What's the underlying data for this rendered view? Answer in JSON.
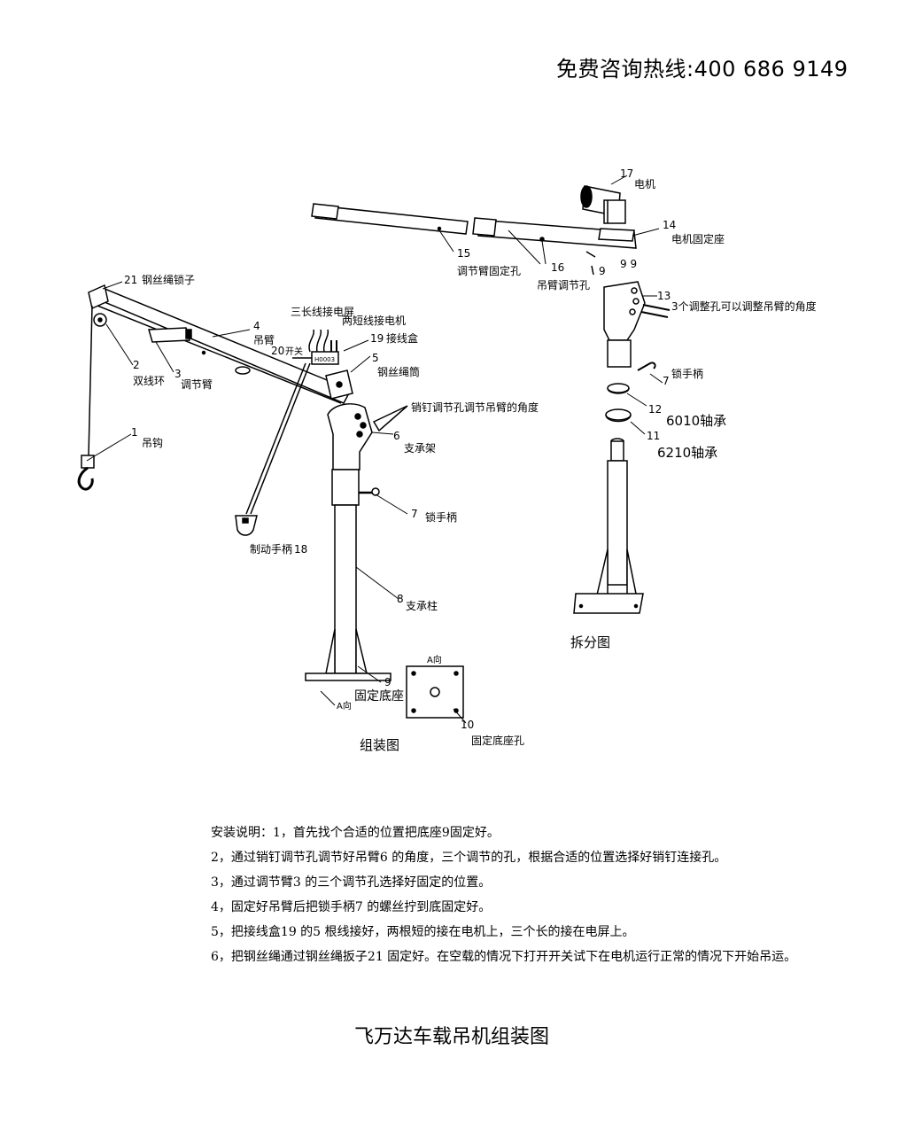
{
  "hotline": "免费咨询热线:400 686 9149",
  "assembled_view": {
    "caption": "组装图",
    "labels": [
      {
        "num": "21",
        "text": "钢丝绳锁子"
      },
      {
        "num": "2",
        "text": "双线环"
      },
      {
        "num": "3",
        "text": "调节臂"
      },
      {
        "num": "4",
        "text": "吊臂"
      },
      {
        "num": "1",
        "text": "吊钩"
      },
      {
        "num": "",
        "text": "三长线接电屏"
      },
      {
        "num": "",
        "text": "两短线接电机"
      },
      {
        "num": "19",
        "text": "接线盒"
      },
      {
        "num": "20",
        "text": "开关"
      },
      {
        "num": "5",
        "text": "钢丝绳筒"
      },
      {
        "num": "",
        "text": "销钉调节孔调节吊臂的角度"
      },
      {
        "num": "6",
        "text": "支承架"
      },
      {
        "num": "7",
        "text": "锁手柄"
      },
      {
        "num": "8",
        "text": "支承柱"
      },
      {
        "num": "9",
        "text": "固定底座"
      },
      {
        "num": "18",
        "text": "制动手柄"
      },
      {
        "num": "10",
        "text": "固定底座孔"
      }
    ],
    "switch_box_text": "H0003",
    "direction_a": "A向"
  },
  "exploded_view": {
    "caption": "拆分图",
    "labels": [
      {
        "num": "17",
        "text": "电机"
      },
      {
        "num": "14",
        "text": "电机固定座"
      },
      {
        "num": "15",
        "text": "调节臂固定孔"
      },
      {
        "num": "16",
        "text": "吊臂调节孔"
      },
      {
        "num": "13",
        "text": "3个调整孔可以调整吊臂的角度"
      },
      {
        "num": "7",
        "text": "锁手柄"
      },
      {
        "num": "12",
        "text": "6010轴承"
      },
      {
        "num": "11",
        "text": "6210轴承"
      }
    ],
    "small_marks": [
      "9",
      "9 9"
    ]
  },
  "instructions": [
    "安装说明：1，首先找个合适的位置把底座9固定好。",
    "2，通过销钉调节孔调节好吊臂6 的角度，三个调节的孔，根据合适的位置选择好销钉连接孔。",
    "3，通过调节臂3 的三个调节孔选择好固定的位置。",
    "4，固定好吊臂后把锁手柄7 的螺丝拧到底固定好。",
    "5，把接线盒19 的5 根线接好，两根短的接在电机上，三个长的接在电屏上。",
    "6，把钢丝绳通过钢丝绳扳子21 固定好。在空载的情况下打开开关试下在电机运行正常的情况下开始吊运。"
  ],
  "title": "飞万达车载吊机组装图"
}
